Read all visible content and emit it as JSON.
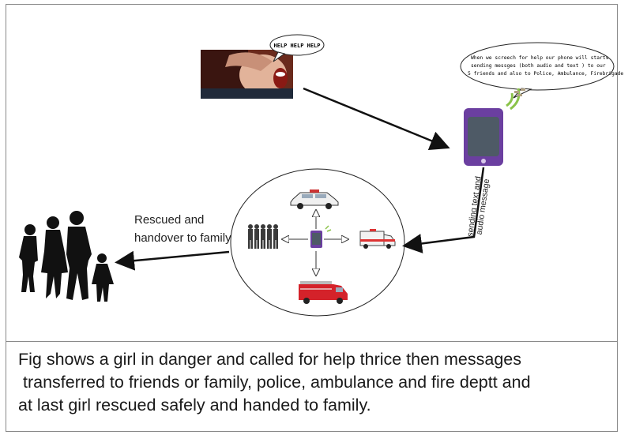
{
  "diagram": {
    "help_bubble_text": "HELP HELP HELP",
    "phone_bubble_lines": [
      "When we screech for help our phone will starts",
      "sending messges (both audio and text ) to our",
      "5 friends and also to Police, Ambulance, Firebrigade"
    ],
    "sending_label_line1": "sending text and",
    "sending_label_line2": "audio message",
    "rescued_label_line1": "Rescued and",
    "rescued_label_line2": "handover to family"
  },
  "caption": {
    "line1": "Fig shows a girl in danger and called for help thrice then messages",
    "line2": " transferred to friends or family, police, ambulance and fire deptt and",
    "line3": "at last girl rescued safely and handed to family."
  },
  "colors": {
    "phone_body": "#6b3fa0",
    "phone_screen": "#4e5a66",
    "signal_waves": "#8bc34a",
    "police_car": "#f0f0f0",
    "ambulance": "#f2f2f2",
    "fire_truck": "#d4222a",
    "silhouette": "#111111"
  }
}
